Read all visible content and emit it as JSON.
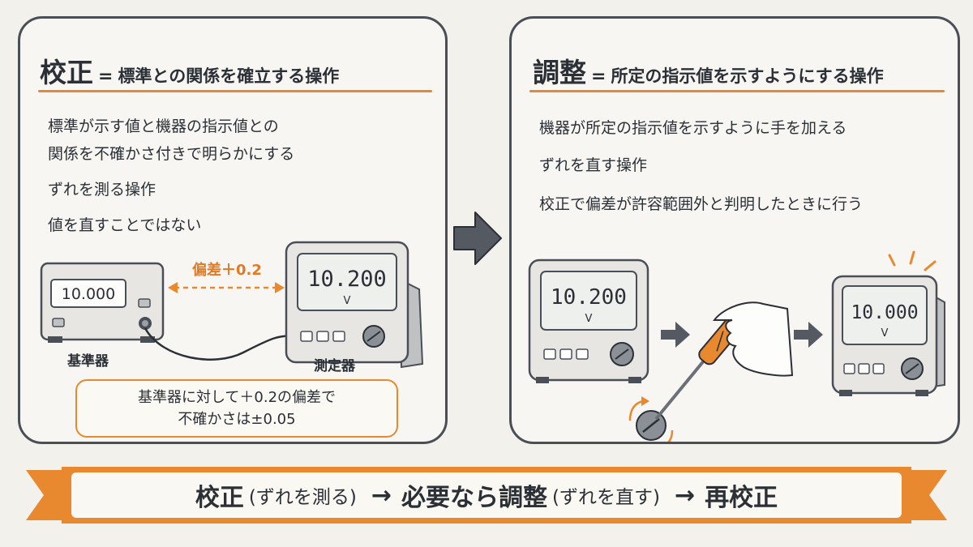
{
  "left": {
    "heading_main": "校正",
    "heading_eq": "=",
    "heading_sub": "標準との関係を確立する操作",
    "lines": [
      "標準が示す値と機器の指示値との",
      "関係を不確かさ付きで明らかにする",
      "ずれを測る操作",
      "値を直すことではない"
    ],
    "offset_label": "偏差＋0.2",
    "reference_display": "10.000",
    "reference_label": "基準器",
    "meter_display": "10.200",
    "meter_unit": "V",
    "meter_label": "測定器",
    "note_line1": "基準器に対して＋0.2の偏差で",
    "note_line2": "不確かさは±0.05"
  },
  "right": {
    "heading_main": "調整",
    "heading_eq": "=",
    "heading_sub": "所定の指示値を示すようにする操作",
    "lines": [
      "機器が所定の指示値を示すように手を加える",
      "ずれを直す操作",
      "校正で偏差が許容範囲外と判明したときに行う"
    ],
    "before_display": "10.200",
    "before_unit": "V",
    "after_display": "10.000",
    "after_unit": "V"
  },
  "banner": {
    "step1": "校正",
    "step1_note": "(ずれを測る)",
    "arrow1": "→",
    "step2": "必要なら調整",
    "step2_note": "(ずれを直す)",
    "arrow2": "→",
    "step3": "再校正"
  },
  "colors": {
    "accent": "#e8892f",
    "ink": "#2b2f36",
    "border": "#4a4f57",
    "lcd": "#eef0ee"
  },
  "icons": [
    "reference-instrument-icon",
    "meter-icon",
    "screwdriver-icon",
    "hand-icon",
    "rotate-arrows-icon",
    "flow-arrow-icon"
  ]
}
